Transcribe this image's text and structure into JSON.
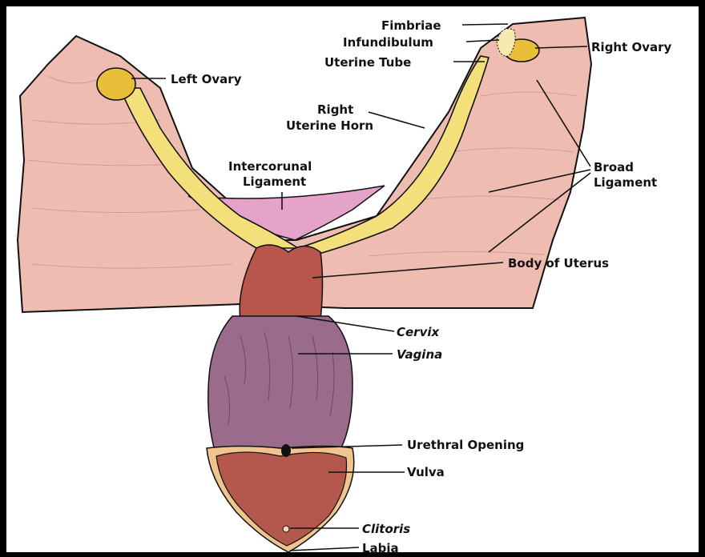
{
  "title": "",
  "colors": {
    "ligament": "#efbcb2",
    "ligament_shade": "#d99a92",
    "horn": "#f3e07a",
    "horn_edge": "#b59a3a",
    "intercornual": "#e6a3c9",
    "uterus_body": "#b8554c",
    "vagina": "#9a6b8a",
    "vulva": "#b4584d",
    "labia": "#f0c48f",
    "outline": "#111111"
  },
  "labels": {
    "fimbriae": "Fimbriae",
    "infundibulum": "Infundibulum",
    "uterine_tube": "Uterine Tube",
    "right_ovary": "Right Ovary",
    "left_ovary": "Left Ovary",
    "right_uterine_horn_1": "Right",
    "right_uterine_horn_2": "Uterine Horn",
    "broad_ligament_1": "Broad",
    "broad_ligament_2": "Ligament",
    "intercornual_ligament_1": "Intercorunal",
    "intercornual_ligament_2": "Ligament",
    "body_of_uterus": "Body of Uterus",
    "cervix": "Cervix",
    "vagina": "Vagina",
    "urethral_opening": "Urethral Opening",
    "vulva": "Vulva",
    "clitoris": "Clitoris",
    "labia": "Labia"
  }
}
